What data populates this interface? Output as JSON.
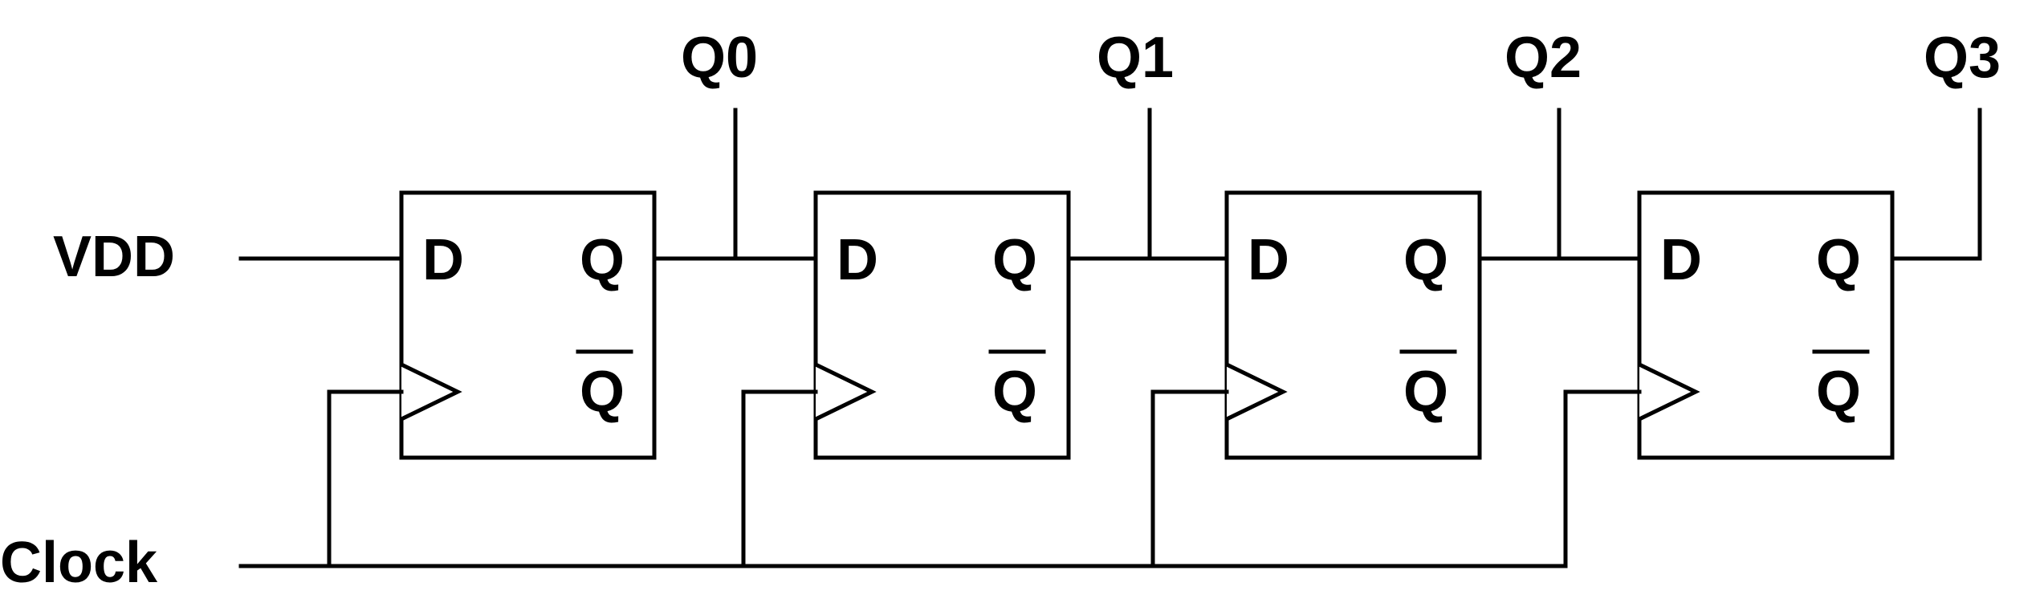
{
  "signals": {
    "vdd": "VDD",
    "clock": "Clock"
  },
  "outputs": [
    "Q0",
    "Q1",
    "Q2",
    "Q3"
  ],
  "flipflops": [
    {
      "d": "D",
      "q": "Q",
      "qbar": "Q"
    },
    {
      "d": "D",
      "q": "Q",
      "qbar": "Q"
    },
    {
      "d": "D",
      "q": "Q",
      "qbar": "Q"
    },
    {
      "d": "D",
      "q": "Q",
      "qbar": "Q"
    }
  ]
}
